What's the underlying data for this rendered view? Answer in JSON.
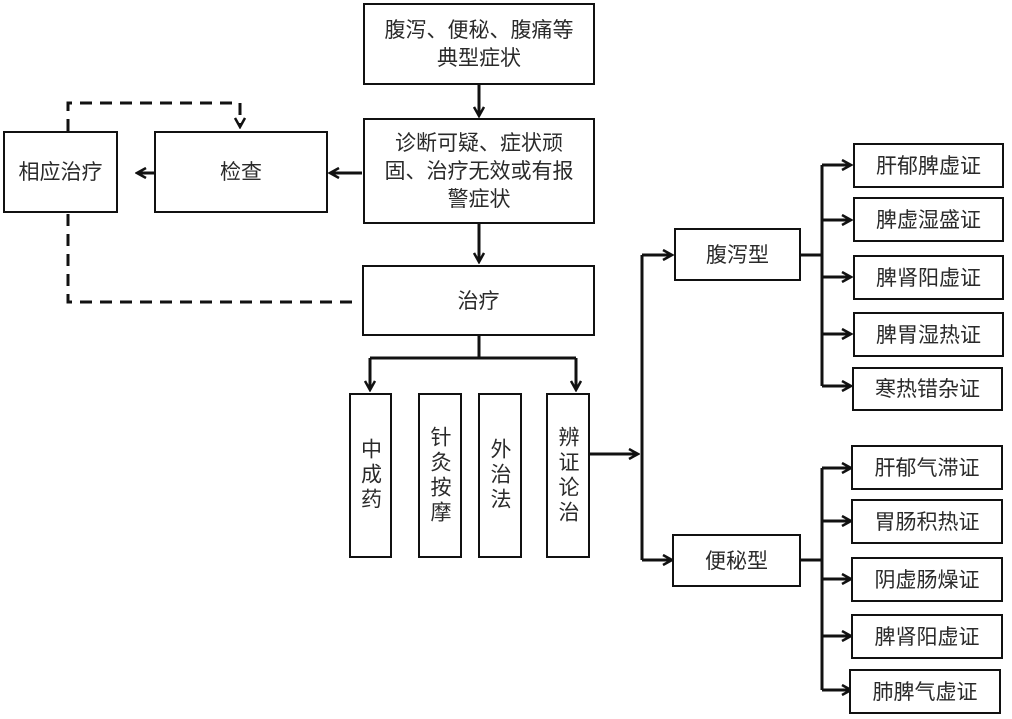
{
  "nodes": {
    "symptoms": "腹泻、便秘、腹痛等典型症状",
    "alarm": "诊断可疑、症状顽固、治疗无效或有报警症状",
    "exam": "检查",
    "corresponding_treatment": "相应治疗",
    "treatment": "治疗",
    "methods": [
      {
        "label": "中成药"
      },
      {
        "label": "针灸按摩"
      },
      {
        "label": "外治法"
      },
      {
        "label": "辨证论治"
      }
    ],
    "diarrhea_type": "腹泻型",
    "constipation_type": "便秘型",
    "diarrhea_syndromes": [
      {
        "label": "肝郁脾虚证"
      },
      {
        "label": "脾虚湿盛证"
      },
      {
        "label": "脾肾阳虚证"
      },
      {
        "label": "脾胃湿热证"
      },
      {
        "label": "寒热错杂证"
      }
    ],
    "constipation_syndromes": [
      {
        "label": "肝郁气滞证"
      },
      {
        "label": "胃肠积热证"
      },
      {
        "label": "阴虚肠燥证"
      },
      {
        "label": "脾肾阳虚证"
      },
      {
        "label": "肺脾气虚证"
      }
    ]
  },
  "colors": {
    "line": "#111111",
    "text": "#2a2a2a",
    "background": "#ffffff"
  }
}
